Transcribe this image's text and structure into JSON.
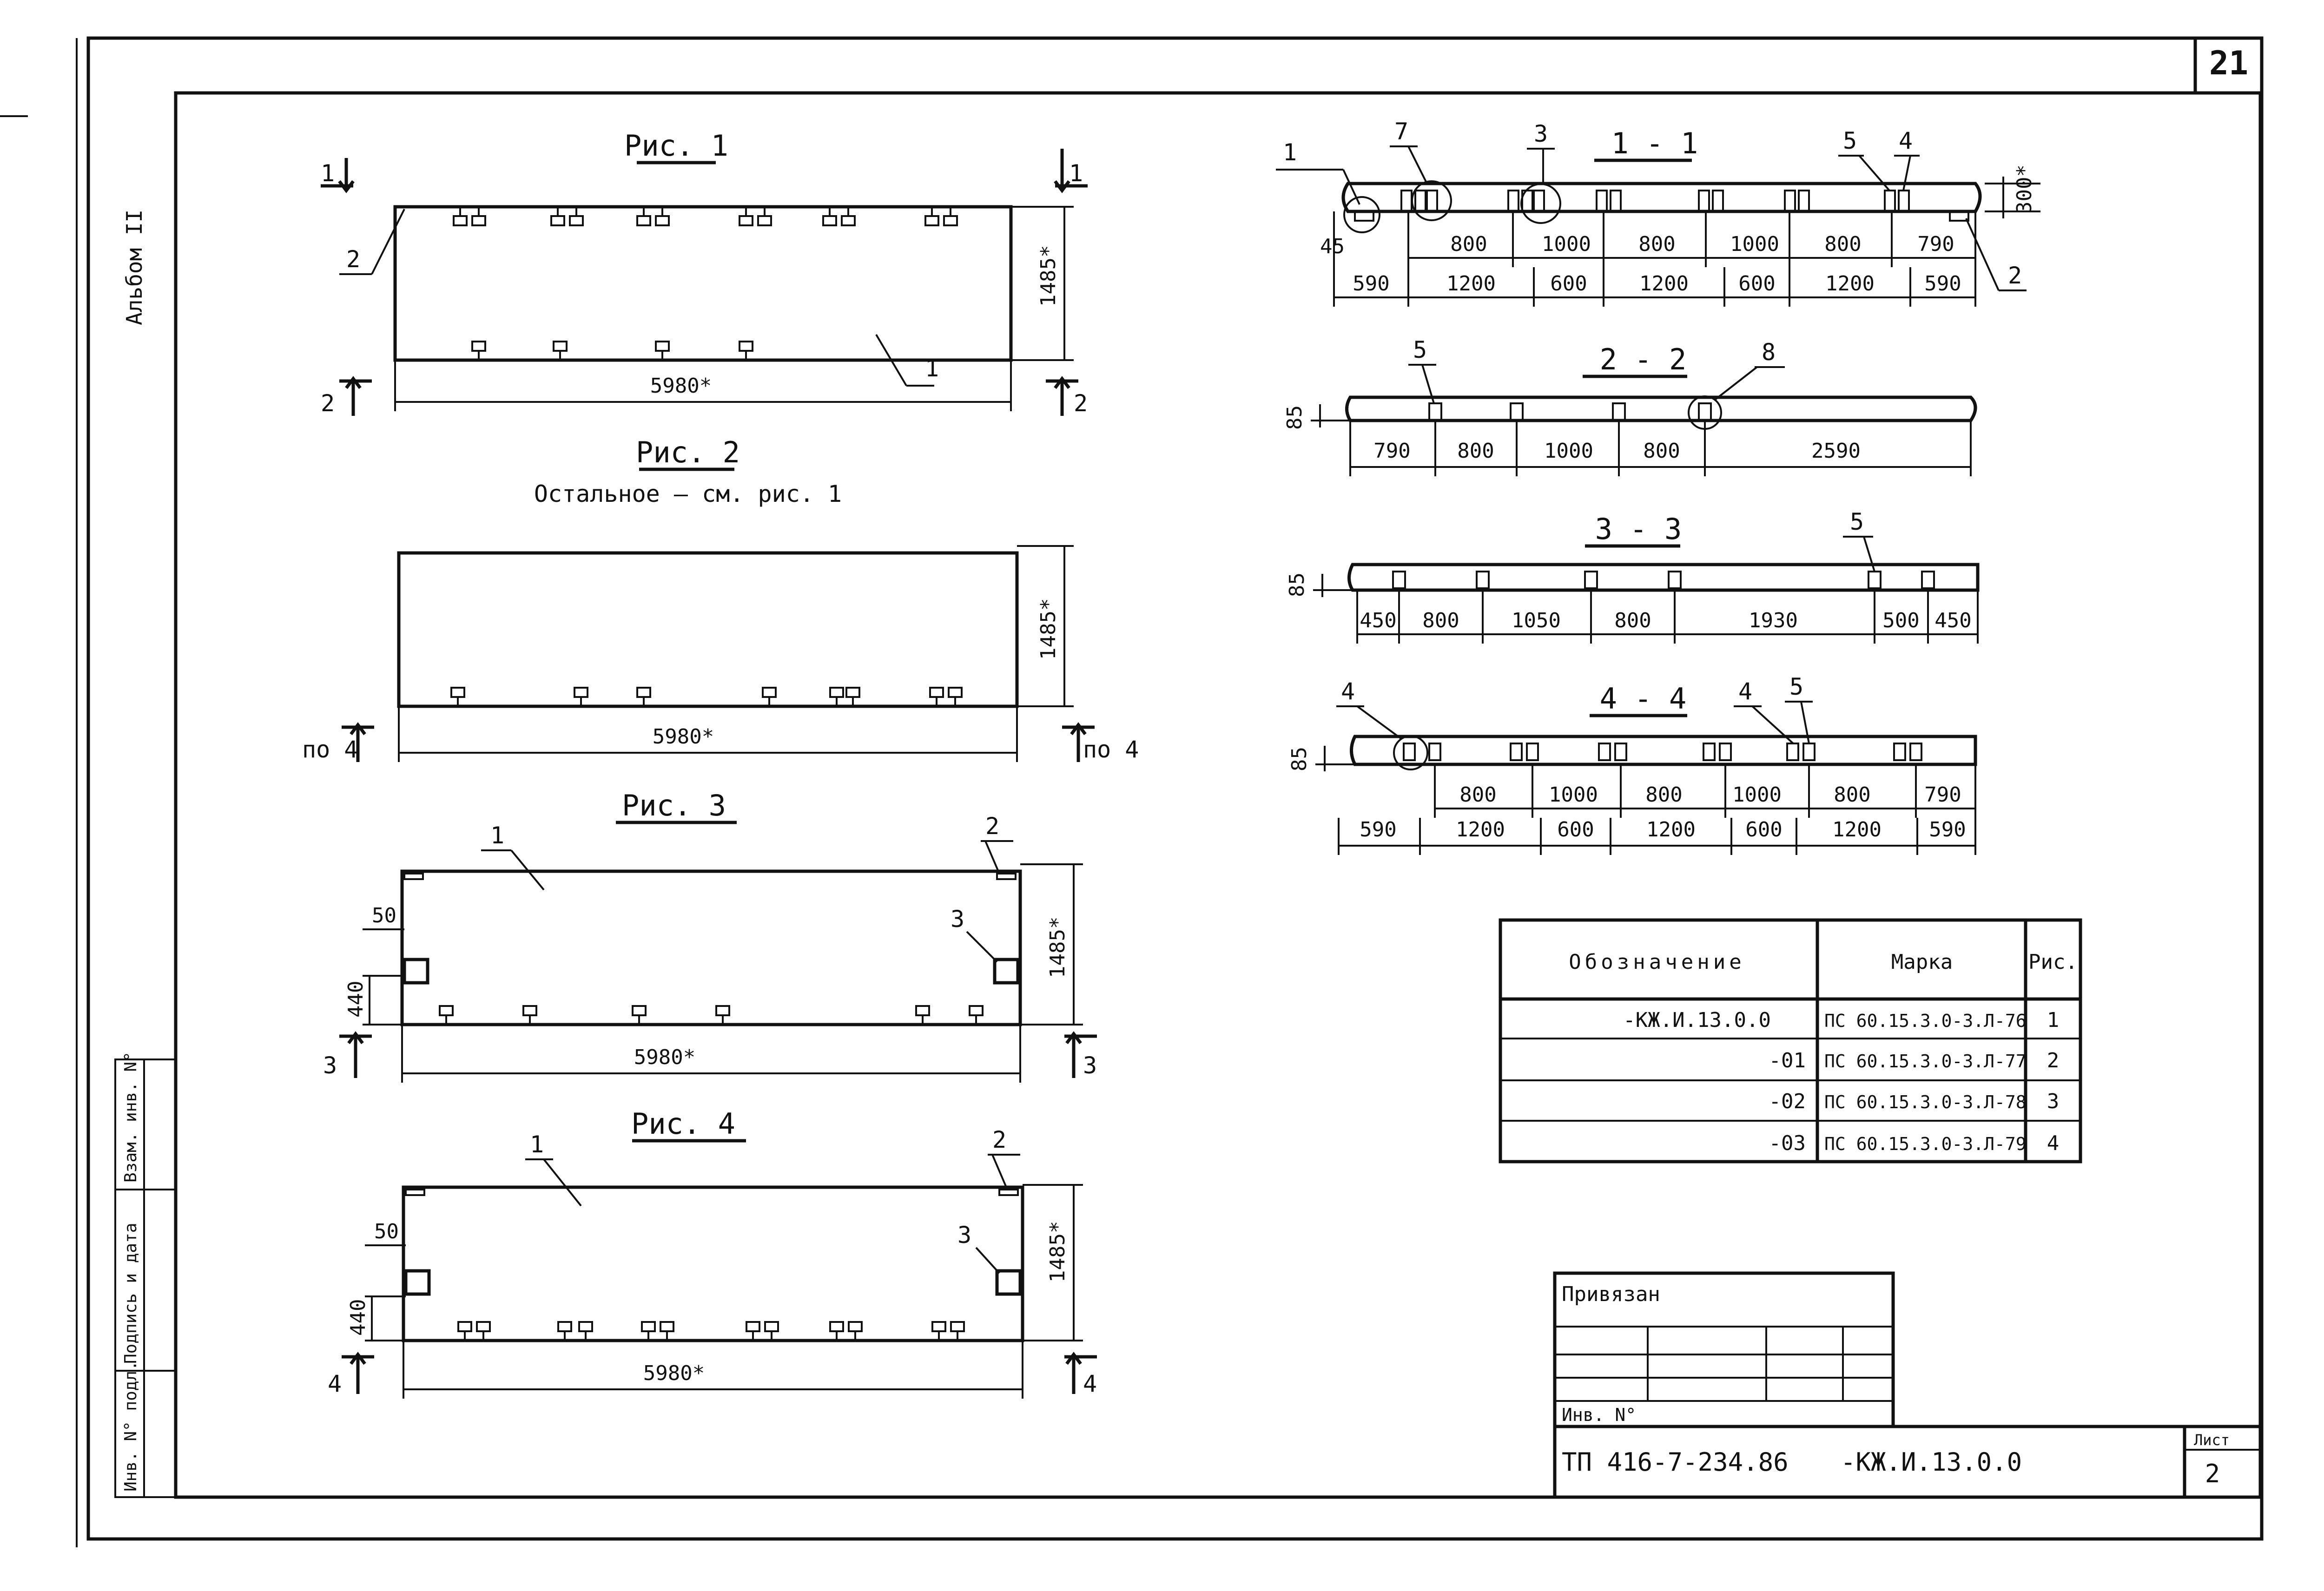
{
  "sheet_number": "21",
  "album_label": "Альбом II",
  "side_stamp": [
    "Инв. N° подл.",
    "Подпись и дата",
    "Взам. инв. N°"
  ],
  "fig1": {
    "title": "Рис. 1",
    "length": "5980*",
    "height": "1485*",
    "section_top": "1",
    "section_bottom": "2",
    "callouts": [
      "2",
      "1"
    ]
  },
  "fig2": {
    "title": "Рис. 2",
    "note": "Остальное — см. рис. 1",
    "length": "5980*",
    "height": "1485*",
    "section_left": "по 4",
    "section_right": "по 4"
  },
  "fig3": {
    "title": "Рис. 3",
    "length": "5980*",
    "height": "1485*",
    "dim_50": "50",
    "dim_440": "440",
    "section": "3",
    "callouts": [
      "1",
      "2",
      "3"
    ]
  },
  "fig4": {
    "title": "Рис. 4",
    "length": "5980*",
    "height": "1485*",
    "dim_50": "50",
    "dim_440": "440",
    "section": "4",
    "callouts": [
      "1",
      "2",
      "3"
    ]
  },
  "sec11": {
    "title": "1 - 1",
    "callouts": [
      "1",
      "7",
      "3",
      "5",
      "4",
      "2"
    ],
    "dim_45": "45",
    "dim_300": "300*",
    "upper_dims": [
      "800",
      "1000",
      "800",
      "1000",
      "800",
      "790"
    ],
    "lower_dims": [
      "590",
      "1200",
      "600",
      "1200",
      "600",
      "1200",
      "590"
    ]
  },
  "sec22": {
    "title": "2 - 2",
    "callouts": [
      "5",
      "8"
    ],
    "thickness": "85",
    "dims": [
      "790",
      "800",
      "1000",
      "800",
      "2590"
    ]
  },
  "sec33": {
    "title": "3 - 3",
    "callouts": [
      "5"
    ],
    "thickness": "85",
    "dims": [
      "450",
      "800",
      "1050",
      "800",
      "1930",
      "500",
      "450"
    ]
  },
  "sec44": {
    "title": "4 - 4",
    "callouts": [
      "4",
      "4",
      "5"
    ],
    "thickness": "85",
    "upper_dims": [
      "800",
      "1000",
      "800",
      "1000",
      "800",
      "790"
    ],
    "lower_dims": [
      "590",
      "1200",
      "600",
      "1200",
      "600",
      "1200",
      "590"
    ]
  },
  "spec_table": {
    "headers": [
      "Обозначение",
      "Марка",
      "Рис."
    ],
    "rows": [
      [
        "-КЖ.И.13.0.0",
        "ПС 60.15.3.0-3.Л-76",
        "1"
      ],
      [
        "-01",
        "ПС 60.15.3.0-3.Л-77",
        "2"
      ],
      [
        "-02",
        "ПС 60.15.3.0-3.Л-78",
        "3"
      ],
      [
        "-03",
        "ПС 60.15.3.0-3.Л-79",
        "4"
      ]
    ]
  },
  "title_block": {
    "bound_label": "Привязан",
    "inv_label": "Инв. N°",
    "designation": "ТП 416-7-234.86",
    "code": "-КЖ.И.13.0.0",
    "sheet_label": "Лист",
    "sheet_no": "2"
  }
}
